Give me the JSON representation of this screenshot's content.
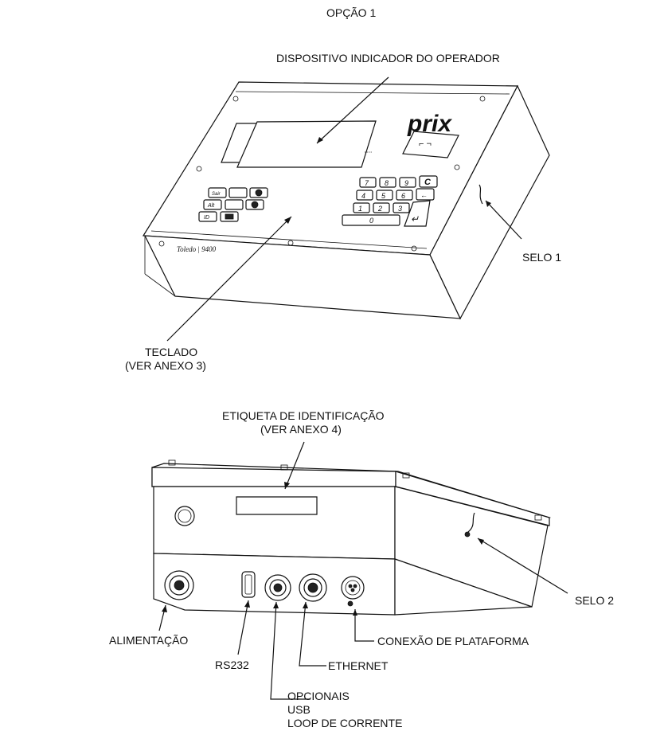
{
  "header": {
    "title": "OPÇÃO 1"
  },
  "top_view": {
    "device_brand": "prix",
    "device_model": "Toledo | 9400",
    "keys": {
      "row1": [
        "7",
        "8",
        "9",
        "C"
      ],
      "row2": [
        "4",
        "5",
        "6",
        "←"
      ],
      "row3": [
        "1",
        "2",
        "3"
      ],
      "zero": "0",
      "enter": "↵",
      "func": [
        "Sair",
        "Alt",
        "ID"
      ]
    },
    "labels": {
      "operator_display": "DISPOSITIVO INDICADOR DO OPERADOR",
      "keyboard_line1": "TECLADO",
      "keyboard_line2": "(VER ANEXO 3)",
      "seal1": "SELO 1"
    }
  },
  "bottom_view": {
    "labels": {
      "id_label_line1": "ETIQUETA DE IDENTIFICAÇÃO",
      "id_label_line2": "(VER ANEXO 4)",
      "seal2": "SELO 2",
      "power": "ALIMENTAÇÃO",
      "rs232": "RS232",
      "ethernet": "ETHERNET",
      "platform": "CONEXÃO DE PLATAFORMA",
      "optional_title": "OPCIONAIS",
      "optional_usb": "USB",
      "optional_loop": "LOOP DE CORRENTE"
    }
  }
}
